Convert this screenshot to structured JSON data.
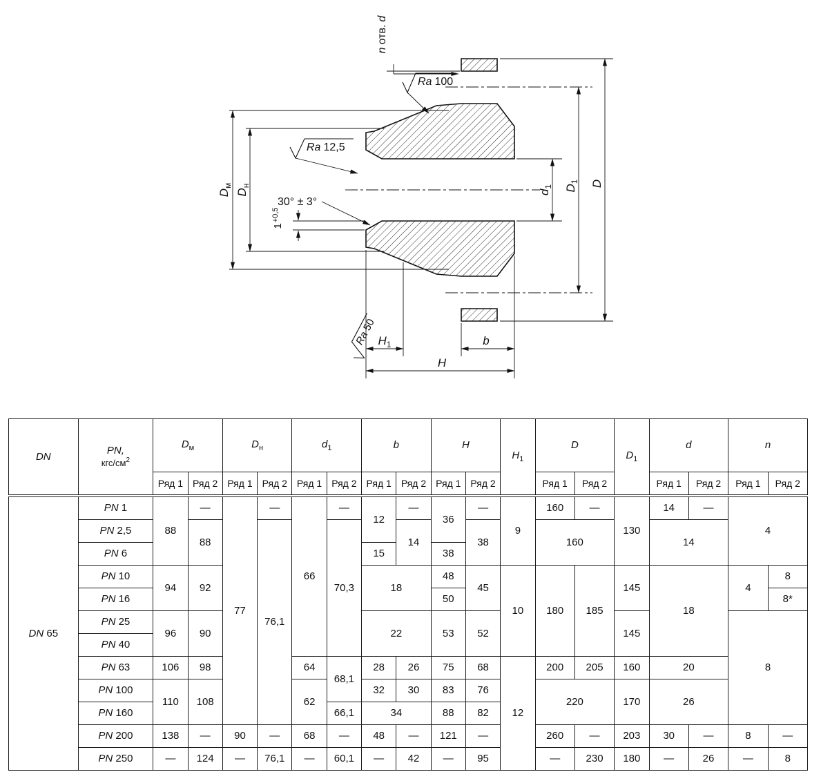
{
  "colors": {
    "ink": "#111111",
    "background": "#ffffff"
  },
  "drawing": {
    "callouts": {
      "n_holes": {
        "pre": "n",
        "mid": "отв.",
        "post": "d"
      },
      "ra_top": {
        "sym": "Ra",
        "val": "100"
      },
      "ra_bore": {
        "sym": "Ra",
        "val": "12,5"
      },
      "ra_end": {
        "sym": "Ra",
        "val": "50"
      },
      "angle": "30° ± 3°",
      "chamfer_depth": {
        "val": "1",
        "tol": "+0,5"
      }
    },
    "dims": {
      "Dm": {
        "base": "D",
        "sub": "м"
      },
      "Dn": {
        "base": "D",
        "sub": "н"
      },
      "d1": {
        "base": "d",
        "sub": "1"
      },
      "D1": {
        "base": "D",
        "sub": "1"
      },
      "D": {
        "base": "D"
      },
      "H1": {
        "base": "H",
        "sub": "1"
      },
      "H": {
        "base": "H"
      },
      "b": {
        "base": "b"
      }
    }
  },
  "table": {
    "header_rows": [
      [
        {
          "it": "DN",
          "rs": 2,
          "name": "col-header-dn"
        },
        {
          "it": "PN,",
          "l2": "кгс/см",
          "l2sup": "2",
          "rs": 2,
          "name": "col-header-pn"
        },
        {
          "it": "D",
          "sub": "м",
          "cs": 2,
          "name": "col-header-dm"
        },
        {
          "it": "D",
          "sub": "н",
          "cs": 2,
          "name": "col-header-dn-hub"
        },
        {
          "it": "d",
          "sub": "1",
          "cs": 2,
          "name": "col-header-d1"
        },
        {
          "it": "b",
          "cs": 2,
          "name": "col-header-b"
        },
        {
          "it": "H",
          "cs": 2,
          "name": "col-header-h"
        },
        {
          "it": "H",
          "sub": "1",
          "rs": 2,
          "name": "col-header-h1"
        },
        {
          "it": "D",
          "cs": 2,
          "name": "col-header-d-outer"
        },
        {
          "it": "D",
          "sub": "1",
          "rs": 2,
          "name": "col-header-d1-bolt"
        },
        {
          "it": "d",
          "cs": 2,
          "name": "col-header-d-hole"
        },
        {
          "it": "n",
          "cs": 2,
          "name": "col-header-n"
        }
      ],
      [
        {
          "t": "Ряд 1"
        },
        {
          "t": "Ряд 2"
        },
        {
          "t": "Ряд 1"
        },
        {
          "t": "Ряд 2"
        },
        {
          "t": "Ряд 1"
        },
        {
          "t": "Ряд 2"
        },
        {
          "t": "Ряд 1"
        },
        {
          "t": "Ряд 2"
        },
        {
          "t": "Ряд 1"
        },
        {
          "t": "Ряд 2"
        },
        {
          "t": "Ряд 1"
        },
        {
          "t": "Ряд 2"
        },
        {
          "t": "Ряд 1"
        },
        {
          "t": "Ряд 2"
        },
        {
          "t": "Ряд 1"
        },
        {
          "t": "Ряд 2"
        }
      ]
    ],
    "body_rows": [
      [
        {
          "it": "DN",
          "t": " 65",
          "rs": 12,
          "name": "dn-size-cell"
        },
        {
          "it": "PN",
          "t": " 1",
          "name": "pn-cell"
        },
        {
          "t": "88",
          "rs": 3
        },
        {
          "t": "—"
        },
        {
          "t": "77",
          "rs": 10
        },
        {
          "t": "—"
        },
        {
          "t": "66",
          "rs": 7
        },
        {
          "t": "—"
        },
        {
          "t": "12",
          "rs": 2
        },
        {
          "t": "—"
        },
        {
          "t": "36",
          "rs": 2
        },
        {
          "t": "—"
        },
        {
          "t": "9",
          "rs": 3
        },
        {
          "t": "160"
        },
        {
          "t": "—"
        },
        {
          "t": "130",
          "rs": 3
        },
        {
          "t": "14"
        },
        {
          "t": "—"
        },
        {
          "t": "4",
          "cs": 2,
          "rs": 3
        }
      ],
      [
        {
          "it": "PN",
          "t": " 2,5",
          "name": "pn-cell"
        },
        {
          "t": "88",
          "rs": 2
        },
        {
          "t": "76,1",
          "rs": 9
        },
        {
          "t": "70,3",
          "rs": 6
        },
        {
          "t": "14",
          "rs": 2
        },
        {
          "t": "38",
          "rs": 2
        },
        {
          "t": "160",
          "cs": 2,
          "rs": 2
        },
        {
          "t": "14",
          "cs": 2,
          "rs": 2
        }
      ],
      [
        {
          "it": "PN",
          "t": " 6",
          "name": "pn-cell"
        },
        {
          "t": "15"
        },
        {
          "t": "38"
        }
      ],
      [
        {
          "it": "PN",
          "t": " 10",
          "name": "pn-cell"
        },
        {
          "t": "94",
          "rs": 2
        },
        {
          "t": "92",
          "rs": 2
        },
        {
          "t": "18",
          "cs": 2,
          "rs": 2
        },
        {
          "t": "48"
        },
        {
          "t": "45",
          "rs": 2
        },
        {
          "t": "10",
          "rs": 4
        },
        {
          "t": "180",
          "rs": 4
        },
        {
          "t": "185",
          "rs": 4
        },
        {
          "t": "145",
          "rs": 2
        },
        {
          "t": "18",
          "cs": 2,
          "rs": 4
        },
        {
          "t": "4",
          "rs": 2
        },
        {
          "t": "8"
        }
      ],
      [
        {
          "it": "PN",
          "t": " 16",
          "name": "pn-cell"
        },
        {
          "t": "50"
        },
        {
          "t": "8*"
        }
      ],
      [
        {
          "it": "PN",
          "t": " 25",
          "name": "pn-cell"
        },
        {
          "t": "96",
          "rs": 2
        },
        {
          "t": "90",
          "rs": 2
        },
        {
          "t": "22",
          "cs": 2,
          "rs": 2
        },
        {
          "t": "53",
          "rs": 2
        },
        {
          "t": "52",
          "rs": 2
        },
        {
          "t": "145",
          "rs": 2
        },
        {
          "t": "8",
          "cs": 2,
          "rs": 5
        }
      ],
      [
        {
          "it": "PN",
          "t": " 40",
          "name": "pn-cell"
        }
      ],
      [
        {
          "it": "PN",
          "t": " 63",
          "name": "pn-cell"
        },
        {
          "t": "106"
        },
        {
          "t": "98"
        },
        {
          "t": "64"
        },
        {
          "t": "68,1",
          "rs": 2
        },
        {
          "t": "28"
        },
        {
          "t": "26"
        },
        {
          "t": "75"
        },
        {
          "t": "68"
        },
        {
          "t": "12",
          "rs": 5
        },
        {
          "t": "200"
        },
        {
          "t": "205"
        },
        {
          "t": "160"
        },
        {
          "t": "20",
          "cs": 2
        }
      ],
      [
        {
          "it": "PN",
          "t": " 100",
          "name": "pn-cell"
        },
        {
          "t": "110",
          "rs": 2
        },
        {
          "t": "108",
          "rs": 2
        },
        {
          "t": "62",
          "rs": 2
        },
        {
          "t": "32"
        },
        {
          "t": "30"
        },
        {
          "t": "83"
        },
        {
          "t": "76"
        },
        {
          "t": "220",
          "cs": 2,
          "rs": 2
        },
        {
          "t": "170",
          "rs": 2
        },
        {
          "t": "26",
          "cs": 2,
          "rs": 2
        }
      ],
      [
        {
          "it": "PN",
          "t": " 160",
          "name": "pn-cell"
        },
        {
          "t": "66,1"
        },
        {
          "t": "34",
          "cs": 2
        },
        {
          "t": "88"
        },
        {
          "t": "82"
        }
      ],
      [
        {
          "it": "PN",
          "t": " 200",
          "name": "pn-cell"
        },
        {
          "t": "138"
        },
        {
          "t": "—"
        },
        {
          "t": "90"
        },
        {
          "t": "—"
        },
        {
          "t": "68"
        },
        {
          "t": "—"
        },
        {
          "t": "48"
        },
        {
          "t": "—"
        },
        {
          "t": "121"
        },
        {
          "t": "—"
        },
        {
          "t": "260"
        },
        {
          "t": "—"
        },
        {
          "t": "203"
        },
        {
          "t": "30"
        },
        {
          "t": "—"
        },
        {
          "t": "8"
        },
        {
          "t": "—"
        }
      ],
      [
        {
          "it": "PN",
          "t": " 250",
          "name": "pn-cell"
        },
        {
          "t": "—"
        },
        {
          "t": "124"
        },
        {
          "t": "—"
        },
        {
          "t": "76,1"
        },
        {
          "t": "—"
        },
        {
          "t": "60,1"
        },
        {
          "t": "—"
        },
        {
          "t": "42"
        },
        {
          "t": "—"
        },
        {
          "t": "95"
        },
        {
          "t": "—"
        },
        {
          "t": "230"
        },
        {
          "t": "180"
        },
        {
          "t": "—"
        },
        {
          "t": "26"
        },
        {
          "t": "—"
        },
        {
          "t": "8"
        }
      ]
    ]
  }
}
